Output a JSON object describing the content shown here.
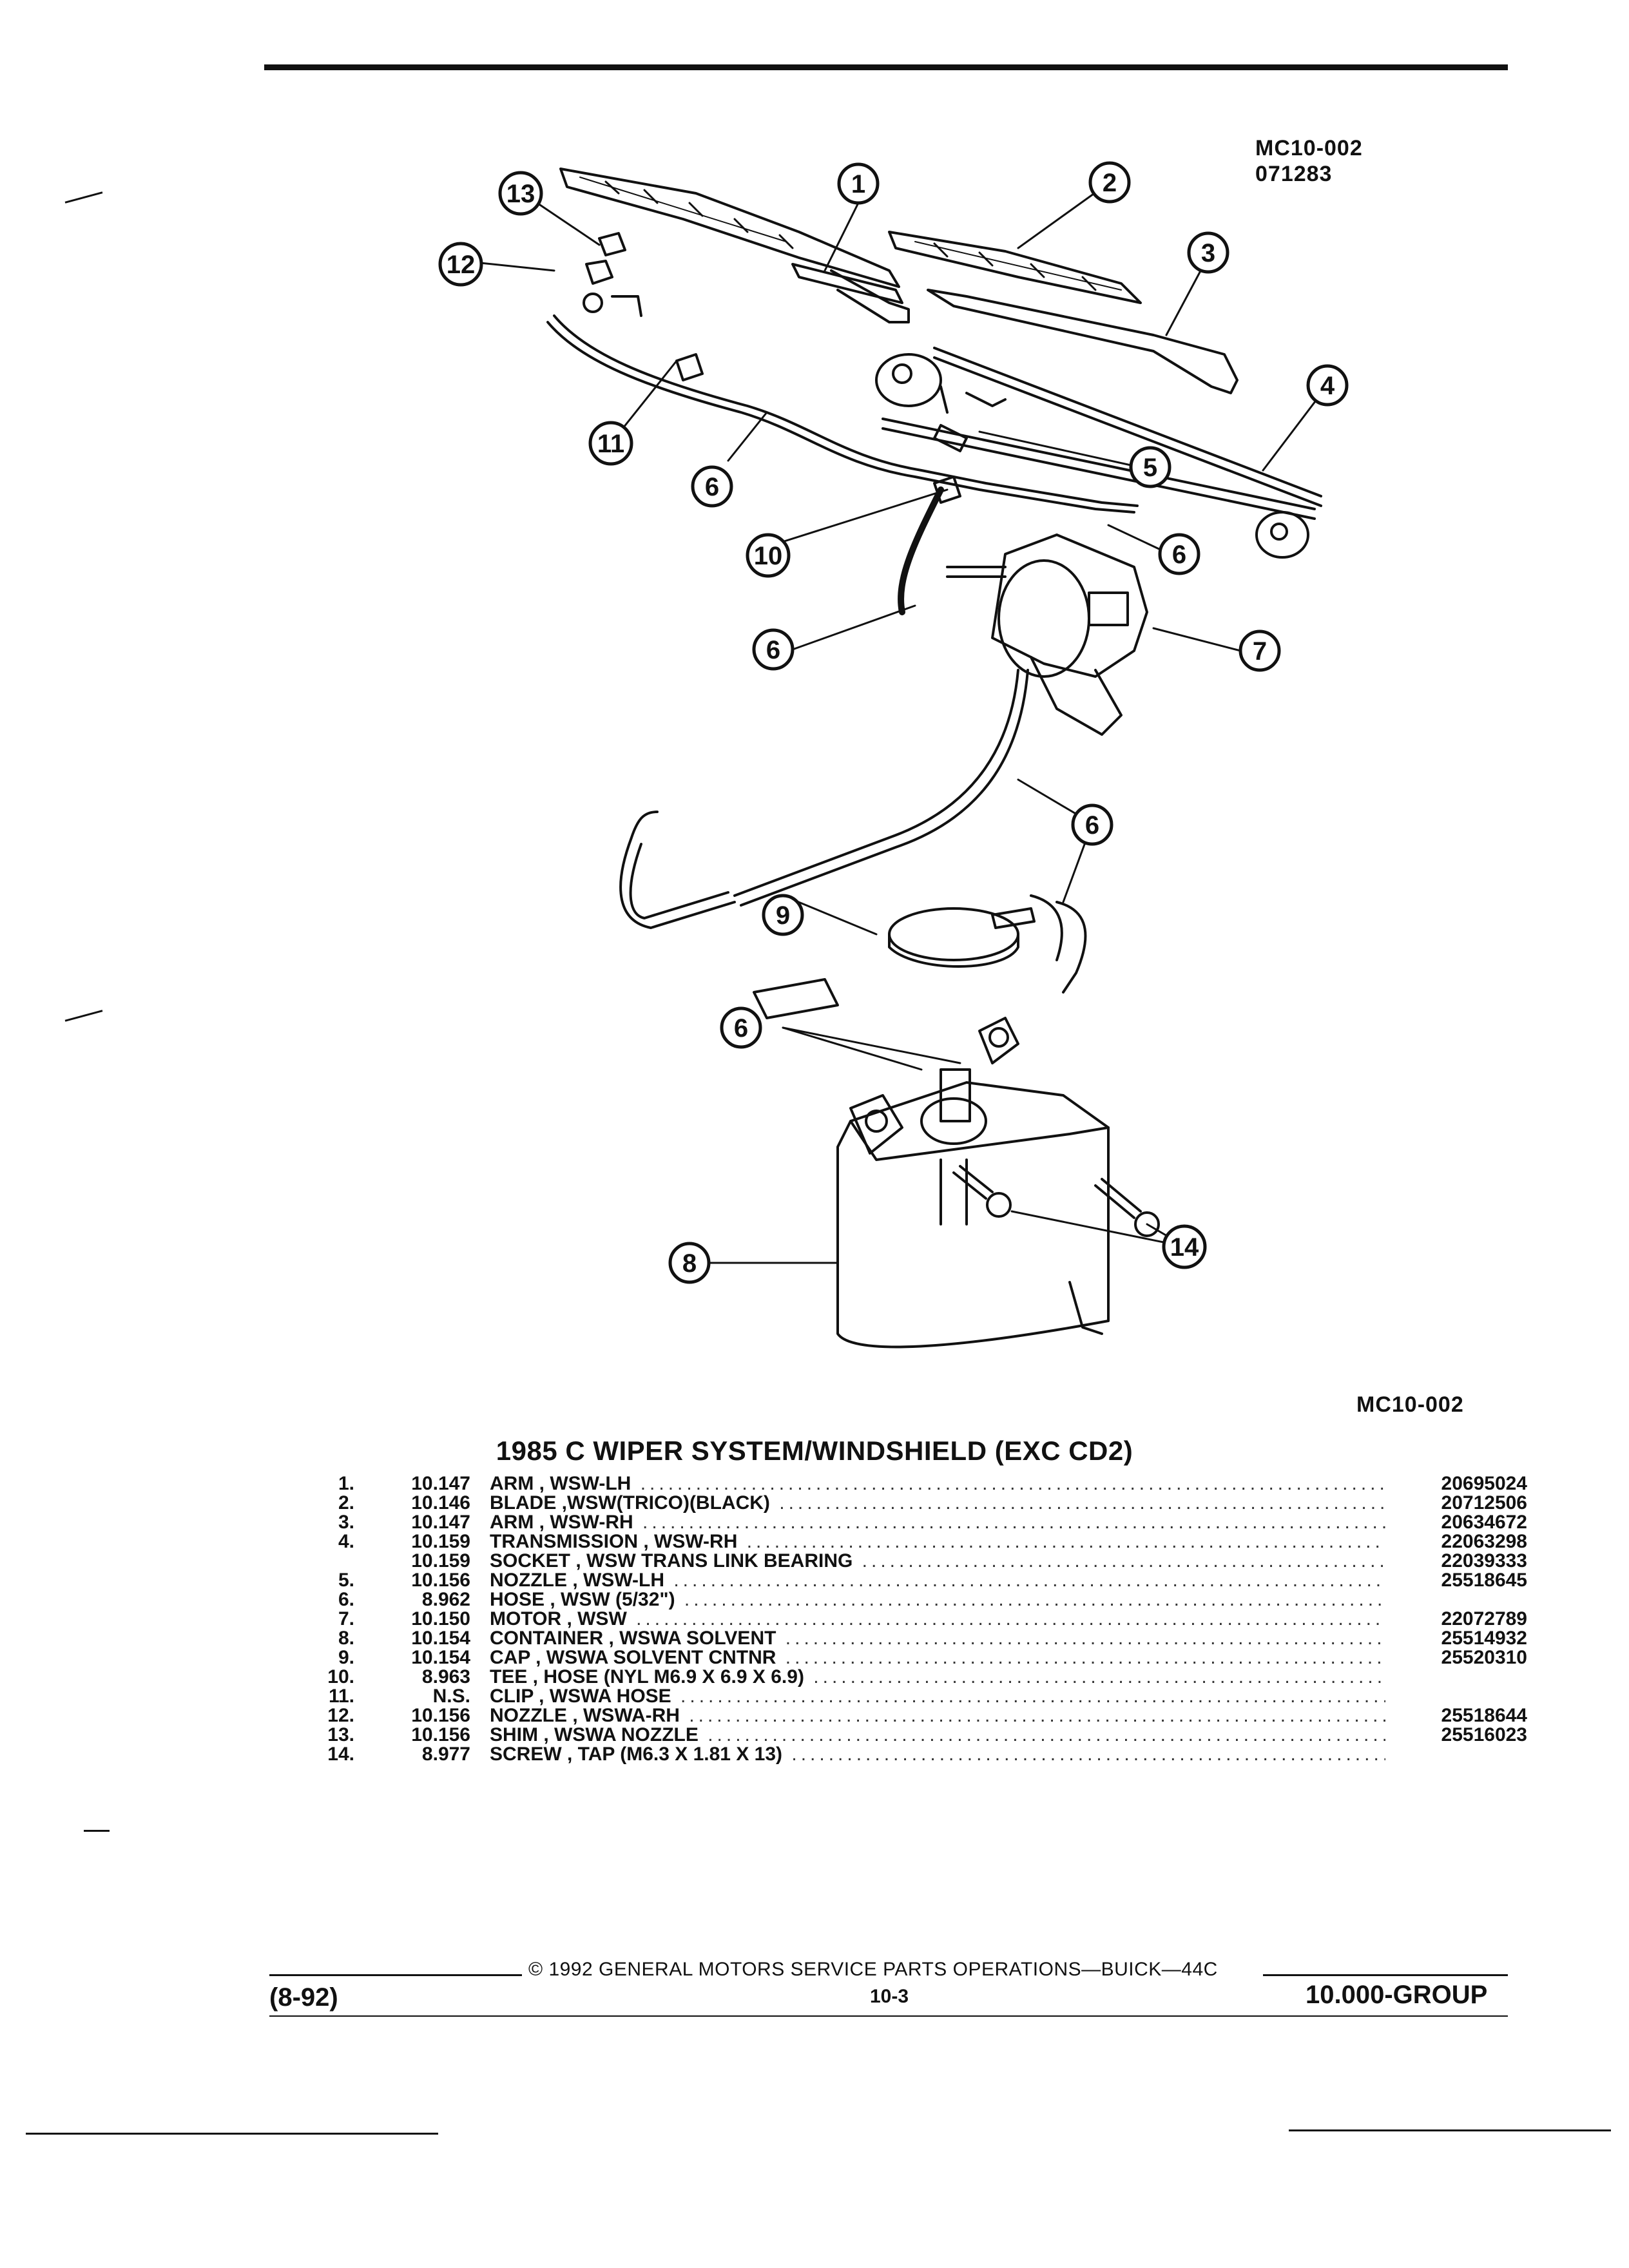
{
  "header": {
    "ref_code_1": "MC10-002",
    "ref_code_2": "071283"
  },
  "diagram": {
    "callouts": [
      "1",
      "2",
      "3",
      "4",
      "5",
      "6",
      "6",
      "6",
      "6",
      "6",
      "7",
      "8",
      "9",
      "10",
      "11",
      "12",
      "13",
      "14"
    ]
  },
  "figure_ref": "MC10-002",
  "table": {
    "title": "1985 C WIPER SYSTEM/WINDSHIELD (EXC CD2)",
    "rows": [
      {
        "num": "1.",
        "section": "10.147",
        "desc": "ARM , WSW-LH",
        "part": "20695024"
      },
      {
        "num": "2.",
        "section": "10.146",
        "desc": "BLADE ,WSW(TRICO)(BLACK)",
        "part": "20712506"
      },
      {
        "num": "3.",
        "section": "10.147",
        "desc": "ARM , WSW-RH",
        "part": "20634672"
      },
      {
        "num": "4.",
        "section": "10.159",
        "desc": "TRANSMISSION , WSW-RH",
        "part": "22063298"
      },
      {
        "num": "",
        "section": "10.159",
        "desc": "SOCKET , WSW TRANS LINK BEARING",
        "part": "22039333"
      },
      {
        "num": "5.",
        "section": "10.156",
        "desc": "NOZZLE , WSW-LH",
        "part": "25518645"
      },
      {
        "num": "6.",
        "section": "8.962",
        "desc": "HOSE , WSW (5/32\")",
        "part": ""
      },
      {
        "num": "7.",
        "section": "10.150",
        "desc": "MOTOR , WSW",
        "part": "22072789"
      },
      {
        "num": "8.",
        "section": "10.154",
        "desc": "CONTAINER , WSWA SOLVENT",
        "part": "25514932"
      },
      {
        "num": "9.",
        "section": "10.154",
        "desc": "CAP , WSWA SOLVENT CNTNR",
        "part": "25520310"
      },
      {
        "num": "10.",
        "section": "8.963",
        "desc": "TEE , HOSE (NYL M6.9 X 6.9 X 6.9)",
        "part": ""
      },
      {
        "num": "11.",
        "section": "N.S.",
        "desc": "CLIP , WSWA HOSE",
        "part": ""
      },
      {
        "num": "12.",
        "section": "10.156",
        "desc": "NOZZLE , WSWA-RH",
        "part": "25518644"
      },
      {
        "num": "13.",
        "section": "10.156",
        "desc": "SHIM , WSWA NOZZLE",
        "part": "25516023"
      },
      {
        "num": "14.",
        "section": "8.977",
        "desc": "SCREW , TAP (M6.3 X 1.81 X 13)",
        "part": ""
      }
    ]
  },
  "footer": {
    "copyright": "© 1992 GENERAL MOTORS SERVICE PARTS OPERATIONS—BUICK—44C",
    "page": "10-3",
    "revision_date": "(8-92)",
    "group": "10.000-GROUP"
  }
}
